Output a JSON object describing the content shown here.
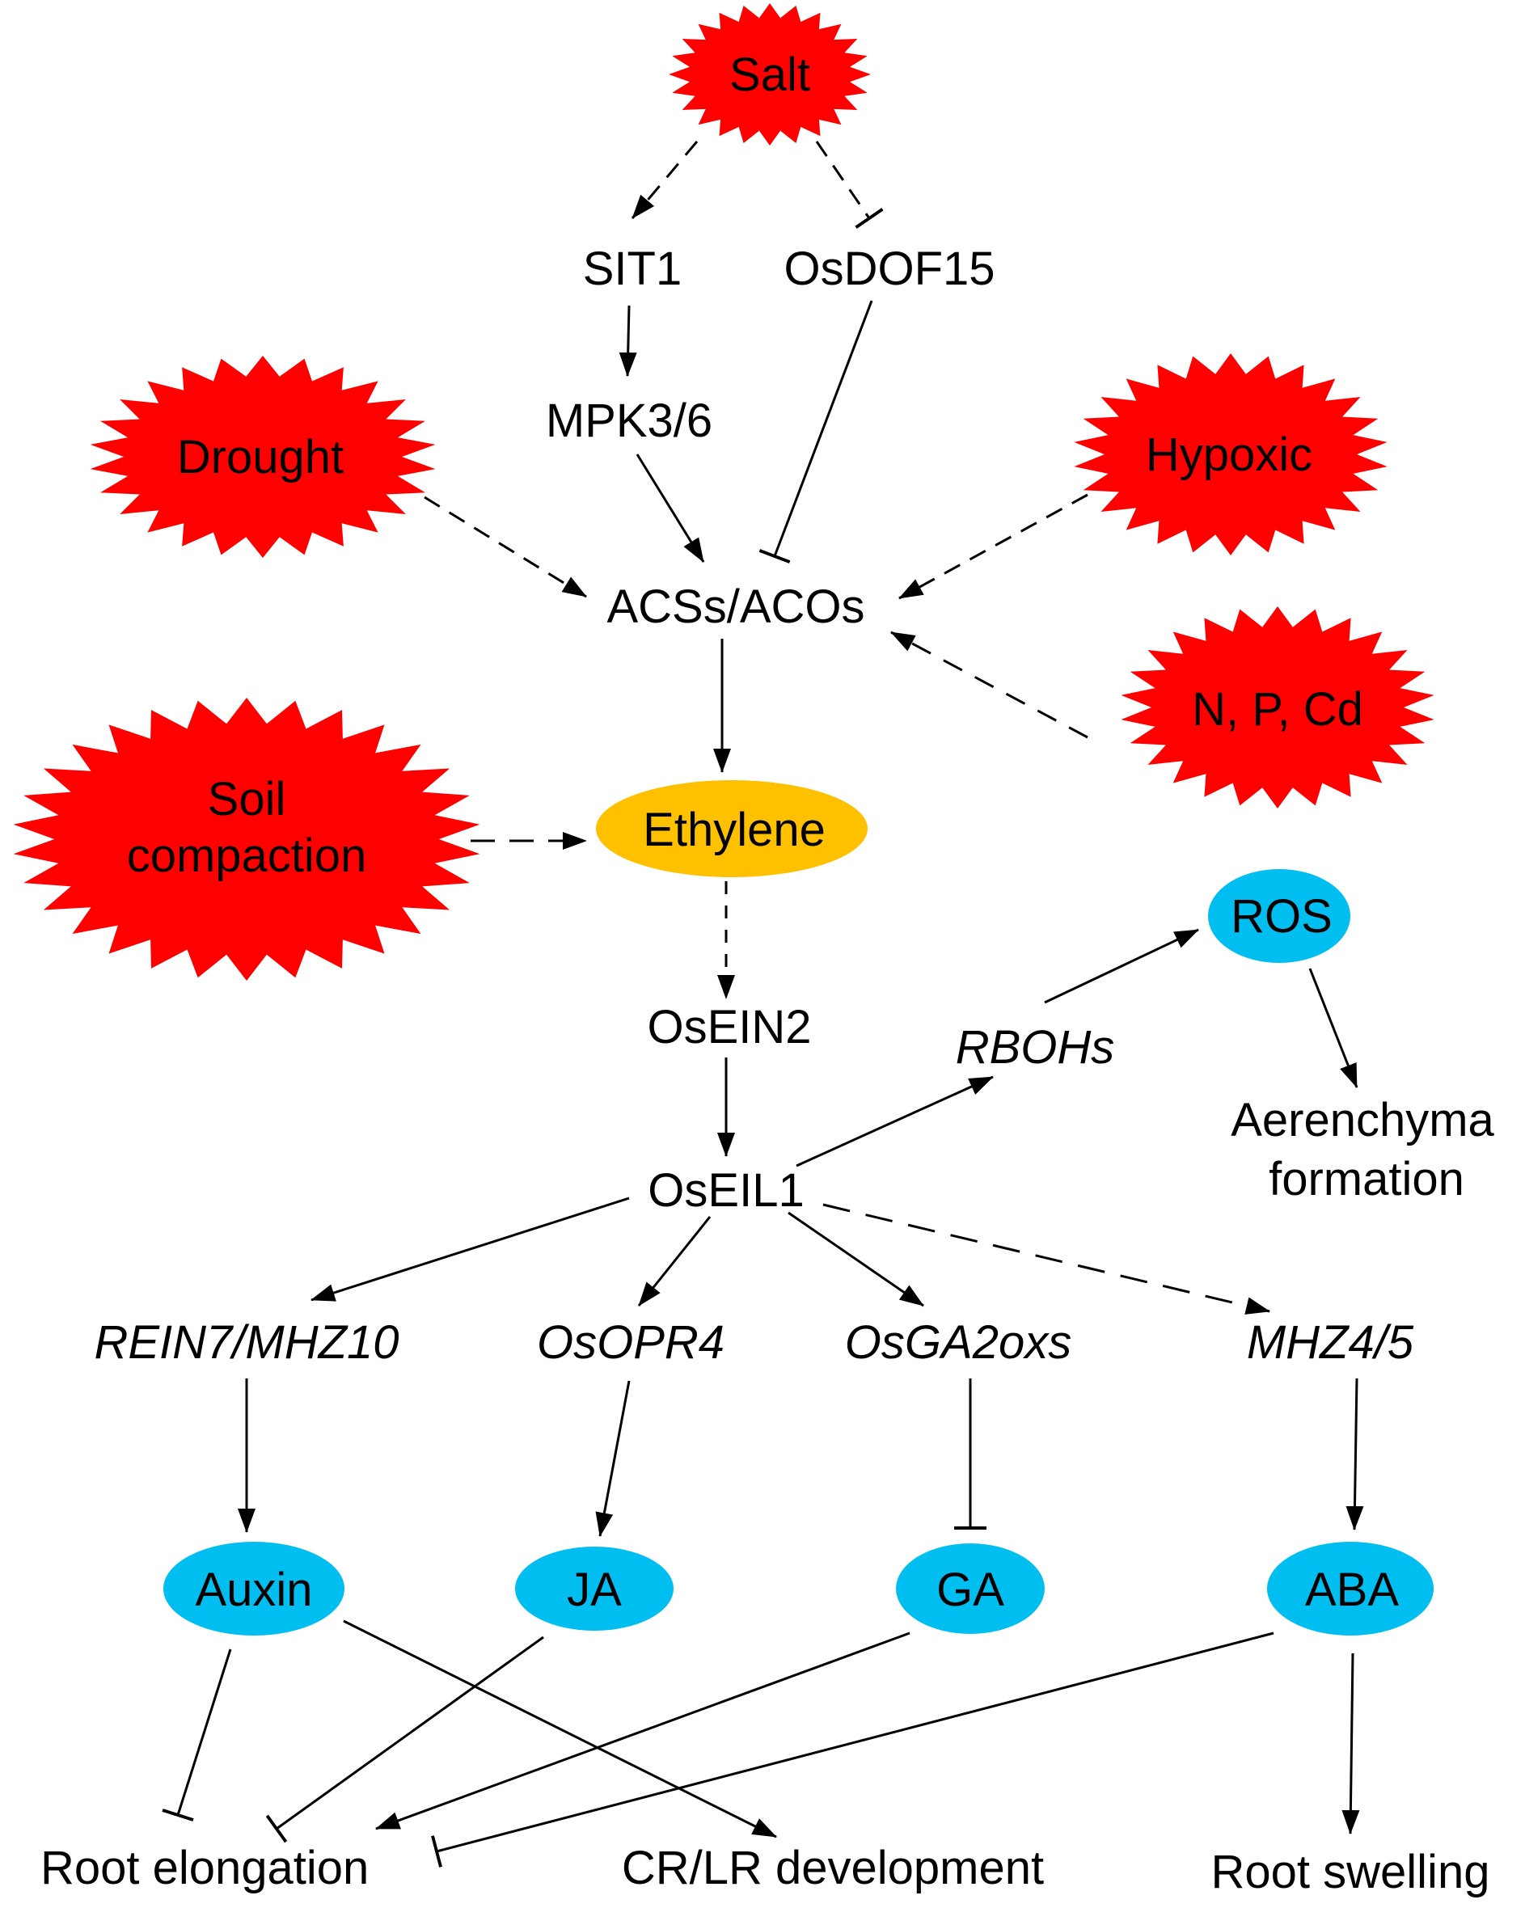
{
  "colors": {
    "stress": "#ff0000",
    "ethylene": "#ffc000",
    "hormone": "#00bff0",
    "line": "#000000"
  },
  "stresses": {
    "salt": "Salt",
    "drought": "Drought",
    "hypoxic": "Hypoxic",
    "npcd": "N, P, Cd",
    "soil_line1": "Soil",
    "soil_line2": "compaction"
  },
  "nodes": {
    "sit1": "SIT1",
    "osdof15": "OsDOF15",
    "mpk": "MPK3/6",
    "acs": "ACSs/ACOs",
    "ethylene": "Ethylene",
    "osein2": "OsEIN2",
    "oseil1": "OsEIL1",
    "rbohs": "RBOHs",
    "ros": "ROS",
    "aerenchyma_line1": "Aerenchyma",
    "aerenchyma_line2": "formation",
    "rein7": "REIN7/MHZ10",
    "osopr4": "OsOPR4",
    "osga2oxs": "OsGA2oxs",
    "mhz45": "MHZ4/5",
    "auxin": "Auxin",
    "ja": "JA",
    "ga": "GA",
    "aba": "ABA",
    "root_elongation": "Root elongation",
    "crlr": "CR/LR development",
    "root_swelling": "Root swelling"
  }
}
